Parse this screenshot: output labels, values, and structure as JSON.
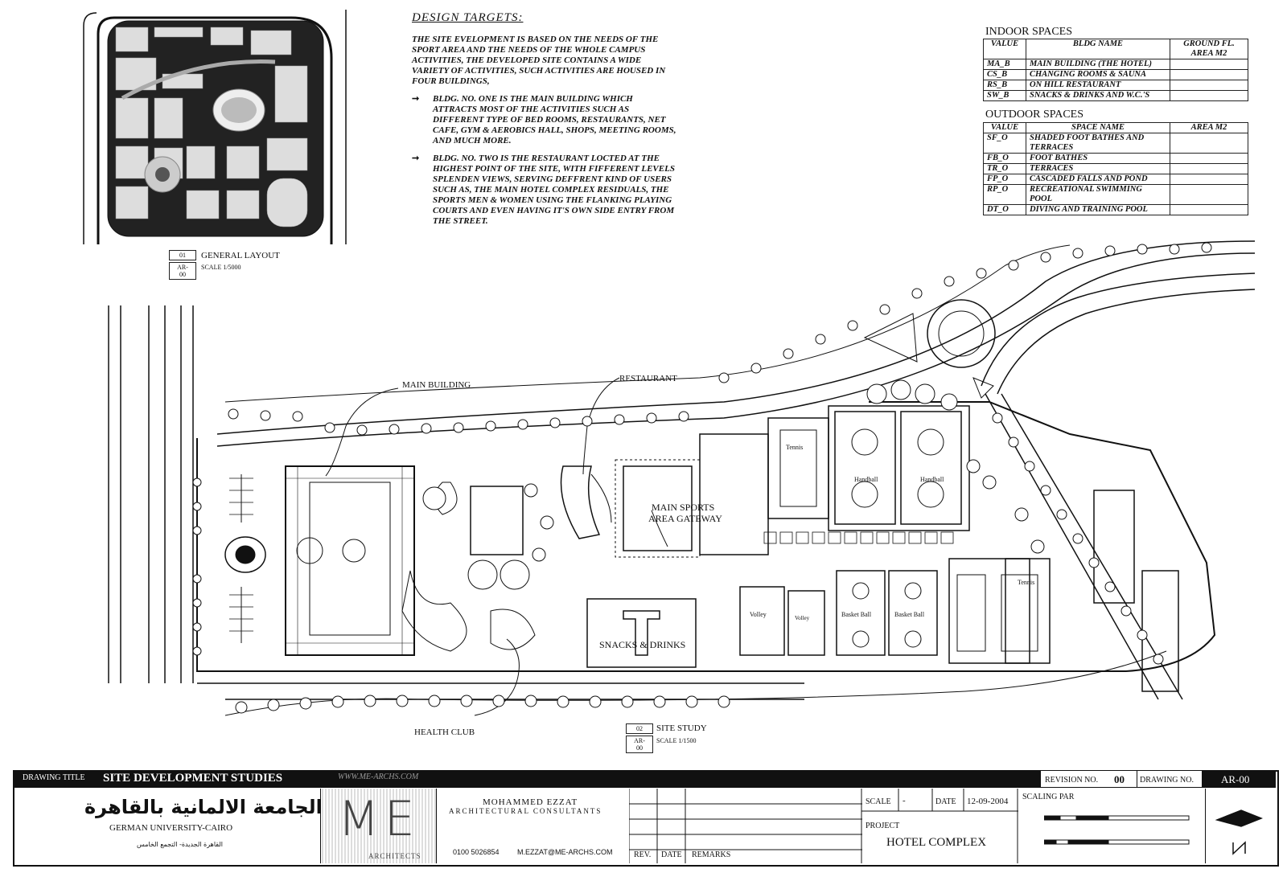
{
  "design_targets": {
    "title": "DESIGN TARGETS:",
    "intro": "THE SITE EVELOPMENT IS BASED ON THE NEEDS OF THE SPORT AREA AND THE NEEDS OF THE WHOLE CAMPUS ACTIVITIES, THE DEVELOPED SITE CONTAINS A WIDE VARIETY OF ACTIVITIES, SUCH ACTIVITIES ARE HOUSED IN FOUR BUILDINGS,",
    "bullet1": "BLDG. NO. ONE IS THE MAIN BUILDING WHICH ATTRACTS MOST OF THE ACTIVITIES SUCH AS DIFFERENT TYPE OF BED ROOMS, RESTAURANTS, NET CAFE, GYM & AEROBICS HALL, SHOPS, MEETING ROOMS, AND MUCH MORE.",
    "bullet2": "BLDG. NO. TWO IS THE RESTAURANT LOCTED AT THE HIGHEST POINT OF THE SITE, WITH FIFFERENT LEVELS SPLENDEN VIEWS, SERVING DEFFRENT KIND OF USERS SUCH AS, THE MAIN HOTEL COMPLEX RESIDUALS, THE SPORTS MEN & WOMEN USING THE FLANKING PLAYING COURTS AND EVEN HAVING IT'S OWN SIDE ENTRY FROM THE STREET."
  },
  "indoor": {
    "title": "INDOOR SPACES",
    "headers": [
      "VALUE",
      "BLDG NAME",
      "GROUND FL. AREA M2"
    ],
    "rows": [
      [
        "MA_B",
        "MAIN BUILDING (THE HOTEL)",
        ""
      ],
      [
        "CS_B",
        "CHANGING ROOMS & SAUNA",
        ""
      ],
      [
        "RS_B",
        "ON HILL RESTAURANT",
        ""
      ],
      [
        "SW_B",
        "SNACKS & DRINKS AND W.C.'S",
        ""
      ]
    ]
  },
  "outdoor": {
    "title": "OUTDOOR SPACES",
    "headers": [
      "VALUE",
      "SPACE NAME",
      "AREA M2"
    ],
    "rows": [
      [
        "SF_O",
        "SHADED FOOT BATHES AND TERRACES",
        ""
      ],
      [
        "FB_O",
        "FOOT BATHES",
        ""
      ],
      [
        "TR_O",
        "TERRACES",
        ""
      ],
      [
        "FP_O",
        "CASCADED FALLS AND POND",
        ""
      ],
      [
        "RP_O",
        "RECREATIONAL SWIMMING POOL",
        ""
      ],
      [
        "DT_O",
        "DIVING AND TRAINING POOL",
        ""
      ]
    ]
  },
  "general_layout": {
    "number": "01",
    "title": "GENERAL LAYOUT",
    "sheet": "AR-00",
    "scale": "SCALE 1/5000"
  },
  "site_study": {
    "number": "02",
    "title": "SITE STUDY",
    "sheet": "AR-00",
    "scale": "SCALE 1/1500"
  },
  "plan_labels": {
    "main_building": "MAIN BUILDING",
    "restaurant": "RESTAURANT",
    "gateway_1": "MAIN SPORTS",
    "gateway_2": "AREA GATEWAY",
    "snacks": "SNACKS & DRINKS",
    "health_club": "HEALTH CLUB",
    "tennis": "Tennis",
    "handball": "Handball",
    "volley": "Volley",
    "basketball": "Basket Ball"
  },
  "title_block": {
    "drawing_title_label": "DRAWING TITLE",
    "drawing_title": "SITE DEVELOPMENT STUDIES",
    "watermark": "WWW.ME-ARCHS.COM",
    "revision_label": "REVISION NO.",
    "revision": "00",
    "drawing_no_label": "DRAWING NO.",
    "drawing_no": "AR-00",
    "university_ar": "الجامعة الالمانية بالقاهرة",
    "university_en": "GERMAN UNIVERSITY-CAIRO",
    "university_addr": "القاهرة الجديدة- التجمع الخامس",
    "logo_text": "ME",
    "logo_sub": "ARCHITECTS",
    "firm_name": "MOHAMMED EZZAT",
    "firm_sub": "ARCHITECTURAL CONSULTANTS",
    "phone": "0100 5026854",
    "email": "M.EZZAT@ME-ARCHS.COM",
    "rev_col": "REV.",
    "date_col": "DATE",
    "remarks_col": "REMARKS",
    "scale_label": "SCALE",
    "scale_value": "-",
    "date_label": "DATE",
    "date_value": "12-09-2004",
    "project_label": "PROJECT",
    "project": "HOTEL COMPLEX",
    "scaling_bar_label": "SCALING PAR"
  }
}
